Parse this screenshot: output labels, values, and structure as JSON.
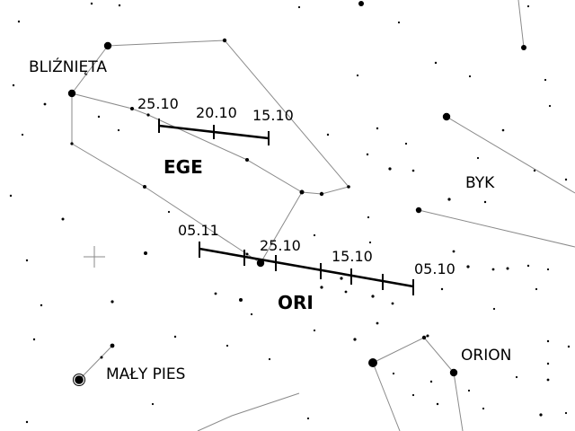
{
  "constellations": {
    "gemini": "BLIŹNIĘTA",
    "taurus": "BYK",
    "orion": "ORION",
    "canis_minor": "MAŁY PIES"
  },
  "showers": {
    "ege": {
      "name": "EGE",
      "dates": [
        "25.10",
        "20.10",
        "15.10"
      ]
    },
    "ori": {
      "name": "ORI",
      "dates": [
        "05.11",
        "25.10",
        "15.10",
        "05.10"
      ]
    }
  },
  "colors": {
    "background": "#ffffff",
    "stars": "#000000",
    "constellation_lines": "#8a8a8a"
  }
}
